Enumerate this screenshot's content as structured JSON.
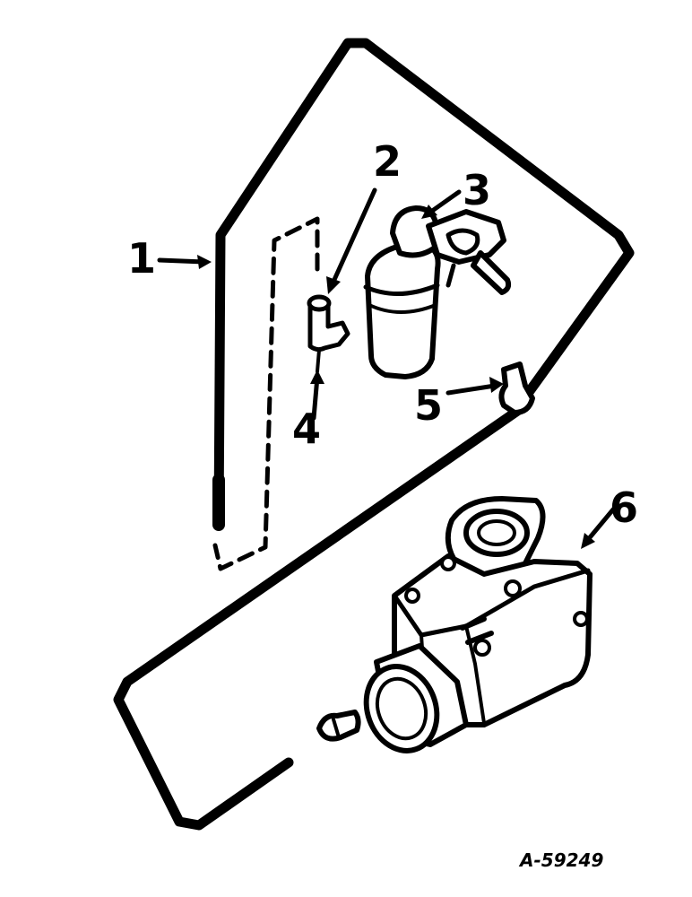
{
  "diagram": {
    "callouts": [
      {
        "id": "1",
        "label": "1"
      },
      {
        "id": "2",
        "label": "2"
      },
      {
        "id": "3",
        "label": "3"
      },
      {
        "id": "4",
        "label": "4"
      },
      {
        "id": "5",
        "label": "5"
      },
      {
        "id": "6",
        "label": "6"
      }
    ],
    "reference_code": "A-59249"
  },
  "colors": {
    "ink": "#000000",
    "paper": "#ffffff"
  }
}
